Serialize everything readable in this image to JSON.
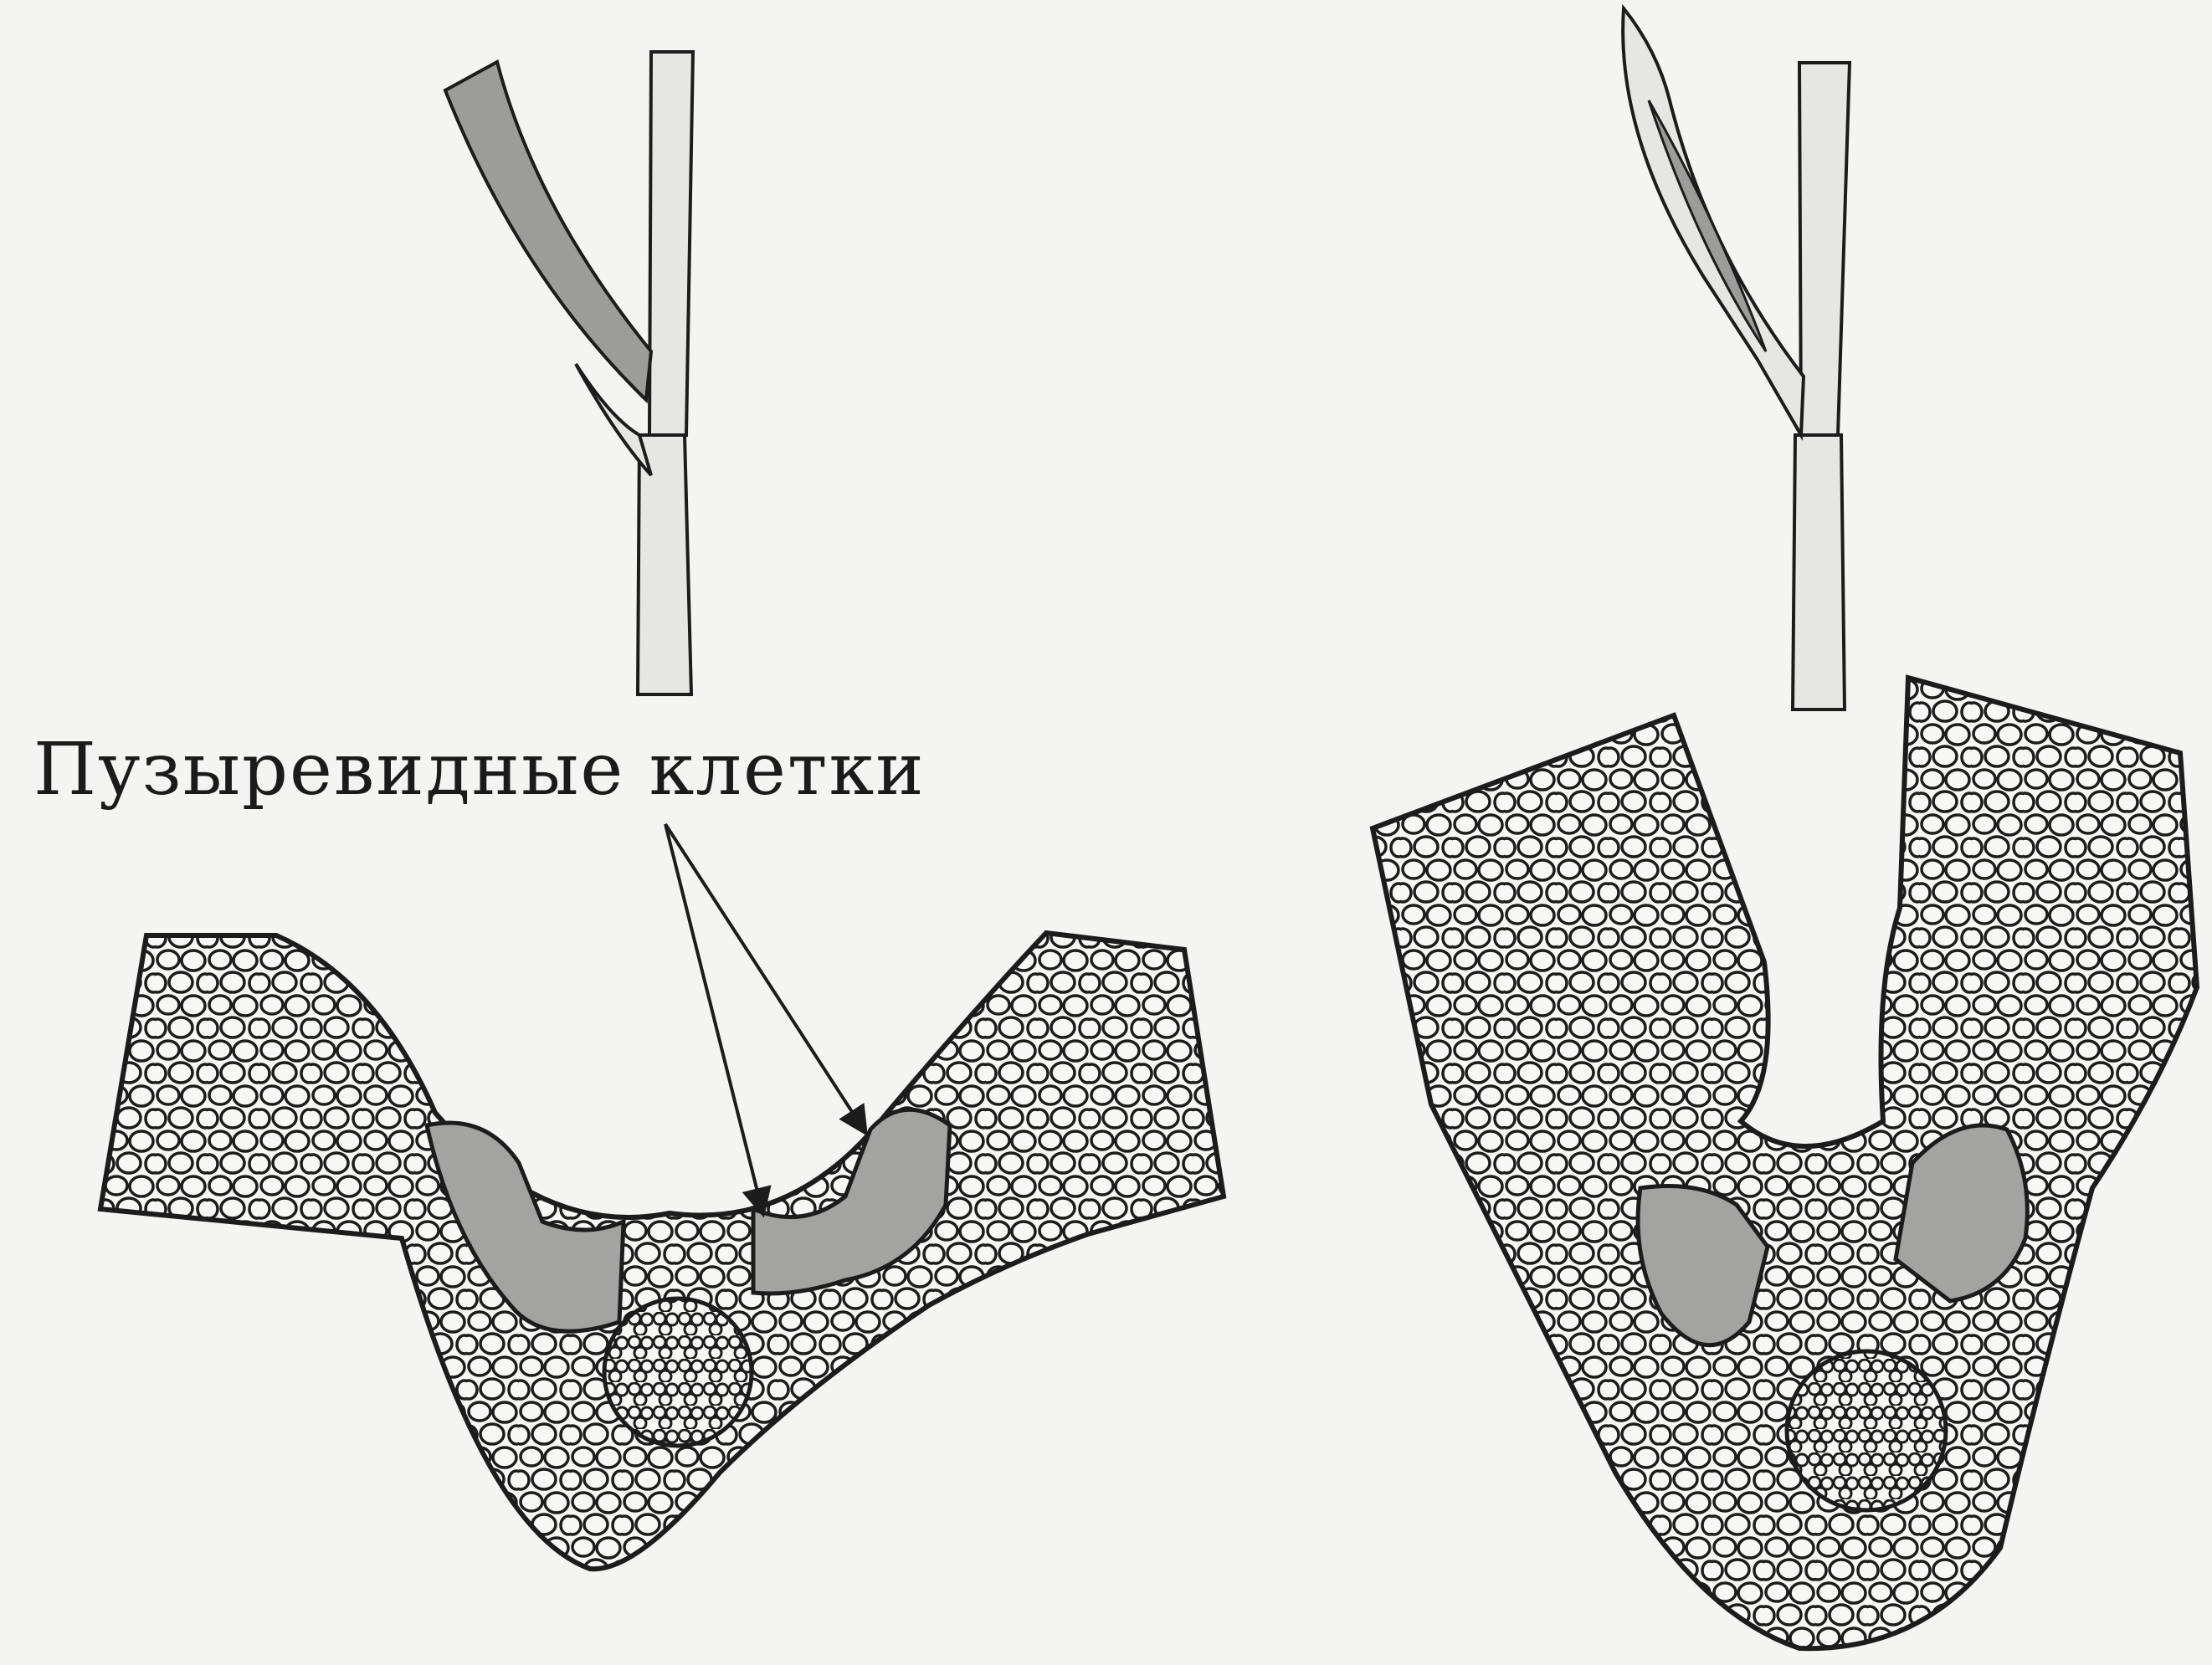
{
  "annotation": {
    "label": "Пузыревидные клетки"
  },
  "panels": [
    {
      "name": "open-leaf",
      "state": "open"
    },
    {
      "name": "folded-leaf",
      "state": "folded"
    }
  ],
  "colors": {
    "background": "#f4f4f2",
    "stem_fill": "#e6e6e4",
    "blade_fill": "#9c9c9a",
    "bulliform_fill": "#a3a3a1",
    "cell_fill": "#f7f7f5",
    "ink": "#1c1c1c"
  }
}
